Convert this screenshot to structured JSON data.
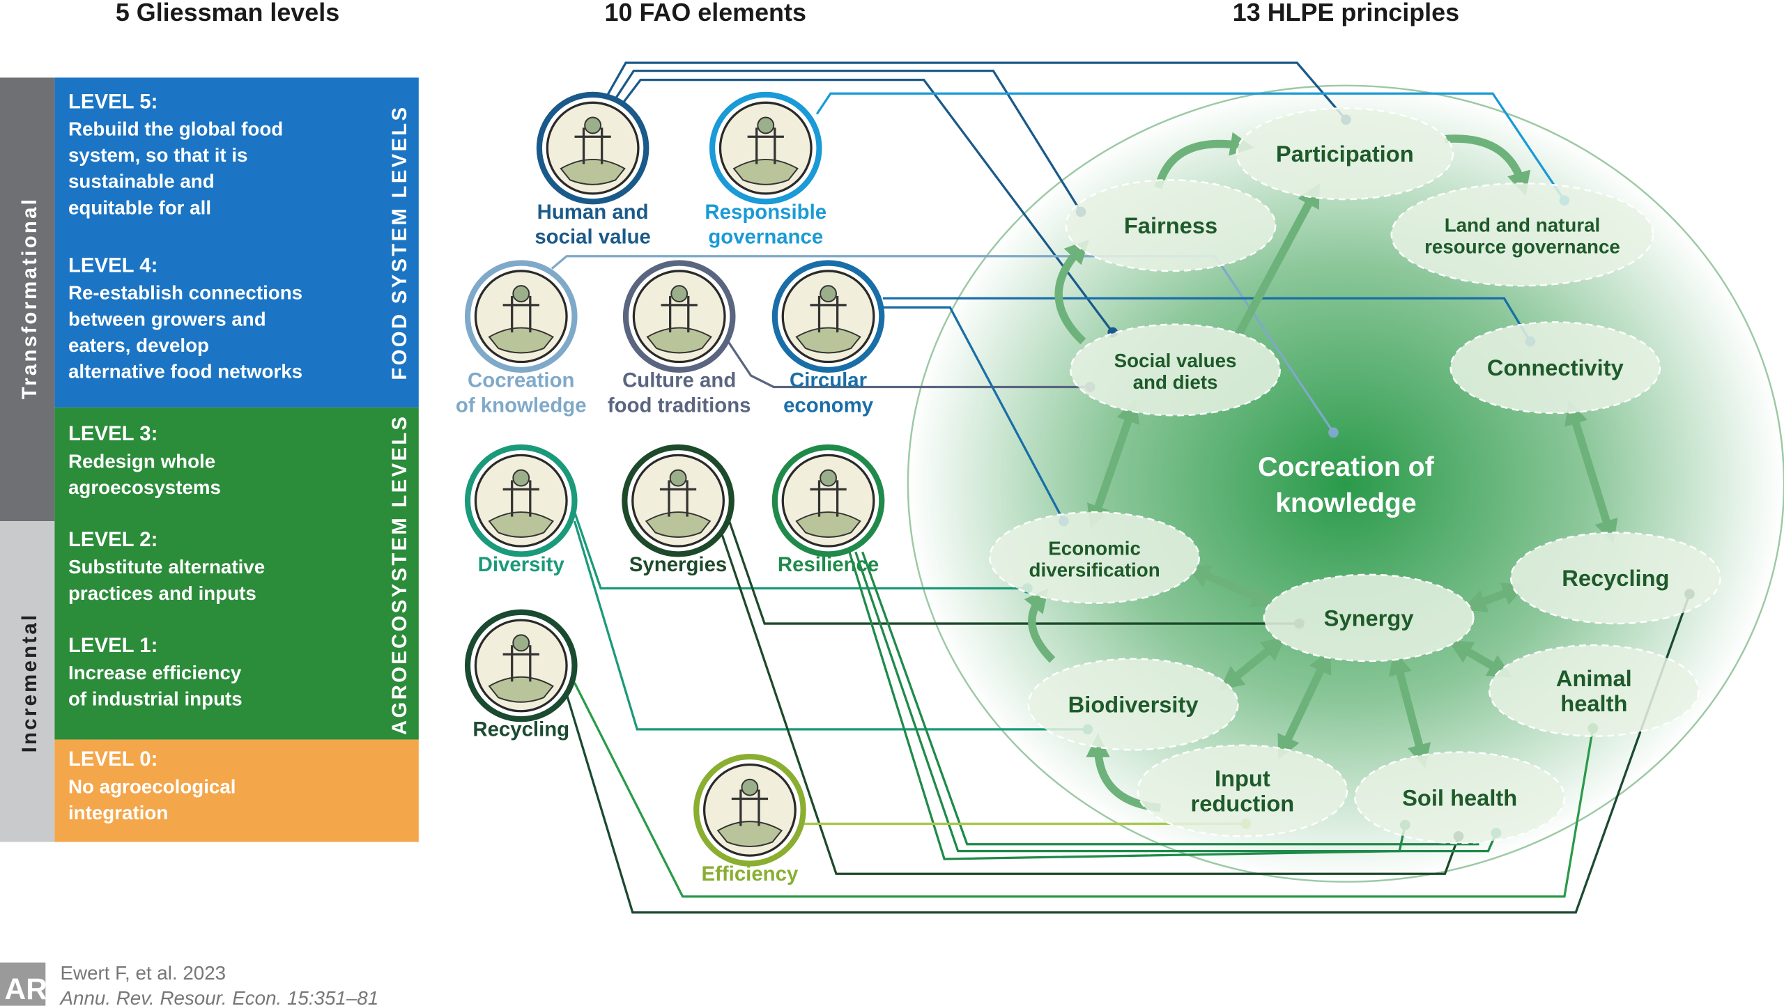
{
  "headers": {
    "gliessman": "5 Gliessman levels",
    "fao": "10 FAO elements",
    "hlpe": "13 HLPE principles"
  },
  "side_labels": {
    "transformational": "Transformational",
    "incremental": "Incremental",
    "food_system": "FOOD SYSTEM LEVELS",
    "agroecosystem": "AGROECOSYSTEM LEVELS"
  },
  "levels": [
    {
      "title": "LEVEL 5:",
      "lines": [
        "Rebuild the global food",
        "system, so that it is",
        "sustainable and",
        "equitable for all"
      ]
    },
    {
      "title": "LEVEL 4:",
      "lines": [
        "Re-establish connections",
        "between growers and",
        "eaters, develop",
        "alternative food networks"
      ]
    },
    {
      "title": "LEVEL 3:",
      "lines": [
        "Redesign whole",
        "agroecosystems"
      ]
    },
    {
      "title": "LEVEL 2:",
      "lines": [
        "Substitute alternative",
        "practices and inputs"
      ]
    },
    {
      "title": "LEVEL 1:",
      "lines": [
        "Increase efficiency",
        "of industrial inputs"
      ]
    },
    {
      "title": "LEVEL 0:",
      "lines": [
        "No agroecological",
        "integration"
      ]
    }
  ],
  "colors": {
    "transformational": "#6f7073",
    "incremental": "#c9cacc",
    "food_system": "#1b75c4",
    "agroecosystem": "#2b8c3a",
    "level0": "#f4a64a",
    "circle_fill": "#f1eedb",
    "hlpe_center": "#2a9a4a"
  },
  "fao_elements": [
    {
      "lines": [
        "Human and",
        "social value"
      ],
      "color": "#1a5a8a",
      "icon": "people-on-hand-icon"
    },
    {
      "lines": [
        "Responsible",
        "governance"
      ],
      "color": "#1a9ad6",
      "icon": "scales-icon"
    },
    {
      "lines": [
        "Cocreation",
        "of knowledge"
      ],
      "color": "#7fa9c9",
      "icon": "tree-puzzle-icon"
    },
    {
      "lines": [
        "Culture and",
        "food traditions"
      ],
      "color": "#5a6580",
      "icon": "cutlery-icon"
    },
    {
      "lines": [
        "Circular",
        "economy"
      ],
      "color": "#1a6ea8",
      "icon": "apple-cycle-icon"
    },
    {
      "lines": [
        "Diversity"
      ],
      "color": "#1a9a7a",
      "icon": "animal-plants-icon"
    },
    {
      "lines": [
        "Synergies"
      ],
      "color": "#1d4a2a",
      "icon": "gears-icon"
    },
    {
      "lines": [
        "Resilience"
      ],
      "color": "#1f8a4a",
      "icon": "sun-seedlings-icon"
    },
    {
      "lines": [
        "Recycling"
      ],
      "color": "#1a4a30",
      "icon": "cow-icon"
    },
    {
      "lines": [
        "Efficiency"
      ],
      "color": "#8aae30",
      "icon": "plant-rain-icon"
    }
  ],
  "hlpe_principles": [
    {
      "lines": [
        "Participation"
      ]
    },
    {
      "lines": [
        "Fairness"
      ]
    },
    {
      "lines": [
        "Land and natural",
        "resource governance"
      ]
    },
    {
      "lines": [
        "Social values",
        "and diets"
      ]
    },
    {
      "lines": [
        "Connectivity"
      ]
    },
    {
      "lines": [
        "Economic",
        "diversification"
      ]
    },
    {
      "lines": [
        "Recycling"
      ]
    },
    {
      "lines": [
        "Synergy"
      ]
    },
    {
      "lines": [
        "Biodiversity"
      ]
    },
    {
      "lines": [
        "Animal",
        "health"
      ]
    },
    {
      "lines": [
        "Input",
        "reduction"
      ]
    },
    {
      "lines": [
        "Soil health"
      ]
    }
  ],
  "center_label": [
    "Cocreation of",
    "knowledge"
  ],
  "citation": {
    "logo": "AR",
    "line1": "Ewert F, et al. 2023",
    "line2": "Annu. Rev. Resour. Econ. 15:351–81"
  }
}
